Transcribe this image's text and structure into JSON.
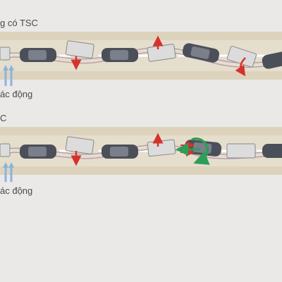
{
  "top_panel": {
    "title": "g có TSC",
    "wind_label": "ác động"
  },
  "bottom_panel": {
    "title": "C",
    "wind_label": "ác động"
  },
  "colors": {
    "background": "#ebe9e7",
    "road": "#ddd3bd",
    "lane": "#ffffff",
    "trajectory": "#b7a1ae",
    "trailer": "#dcdcdc",
    "car": "#4b4f59",
    "wind": "#8ab4dc",
    "sway_arrow": "#d6322b",
    "stability_arrow": "#2f9d57"
  },
  "icons": [
    "wind-arrow-icon",
    "sway-arrow-icon",
    "rotation-arrow-icon",
    "correction-arrow-icon"
  ]
}
